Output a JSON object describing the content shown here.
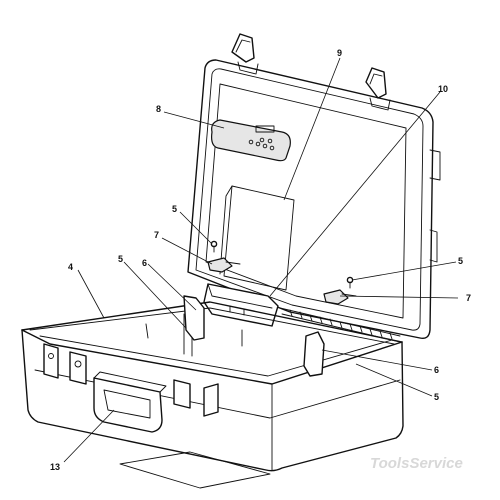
{
  "callouts": {
    "c4": "4",
    "c5a": "5",
    "c5b": "5",
    "c5c": "5",
    "c5d": "5",
    "c6a": "6",
    "c6b": "6",
    "c7a": "7",
    "c7b": "7",
    "c8": "8",
    "c9": "9",
    "c10": "10",
    "c13": "13"
  },
  "watermark": "ToolsService"
}
